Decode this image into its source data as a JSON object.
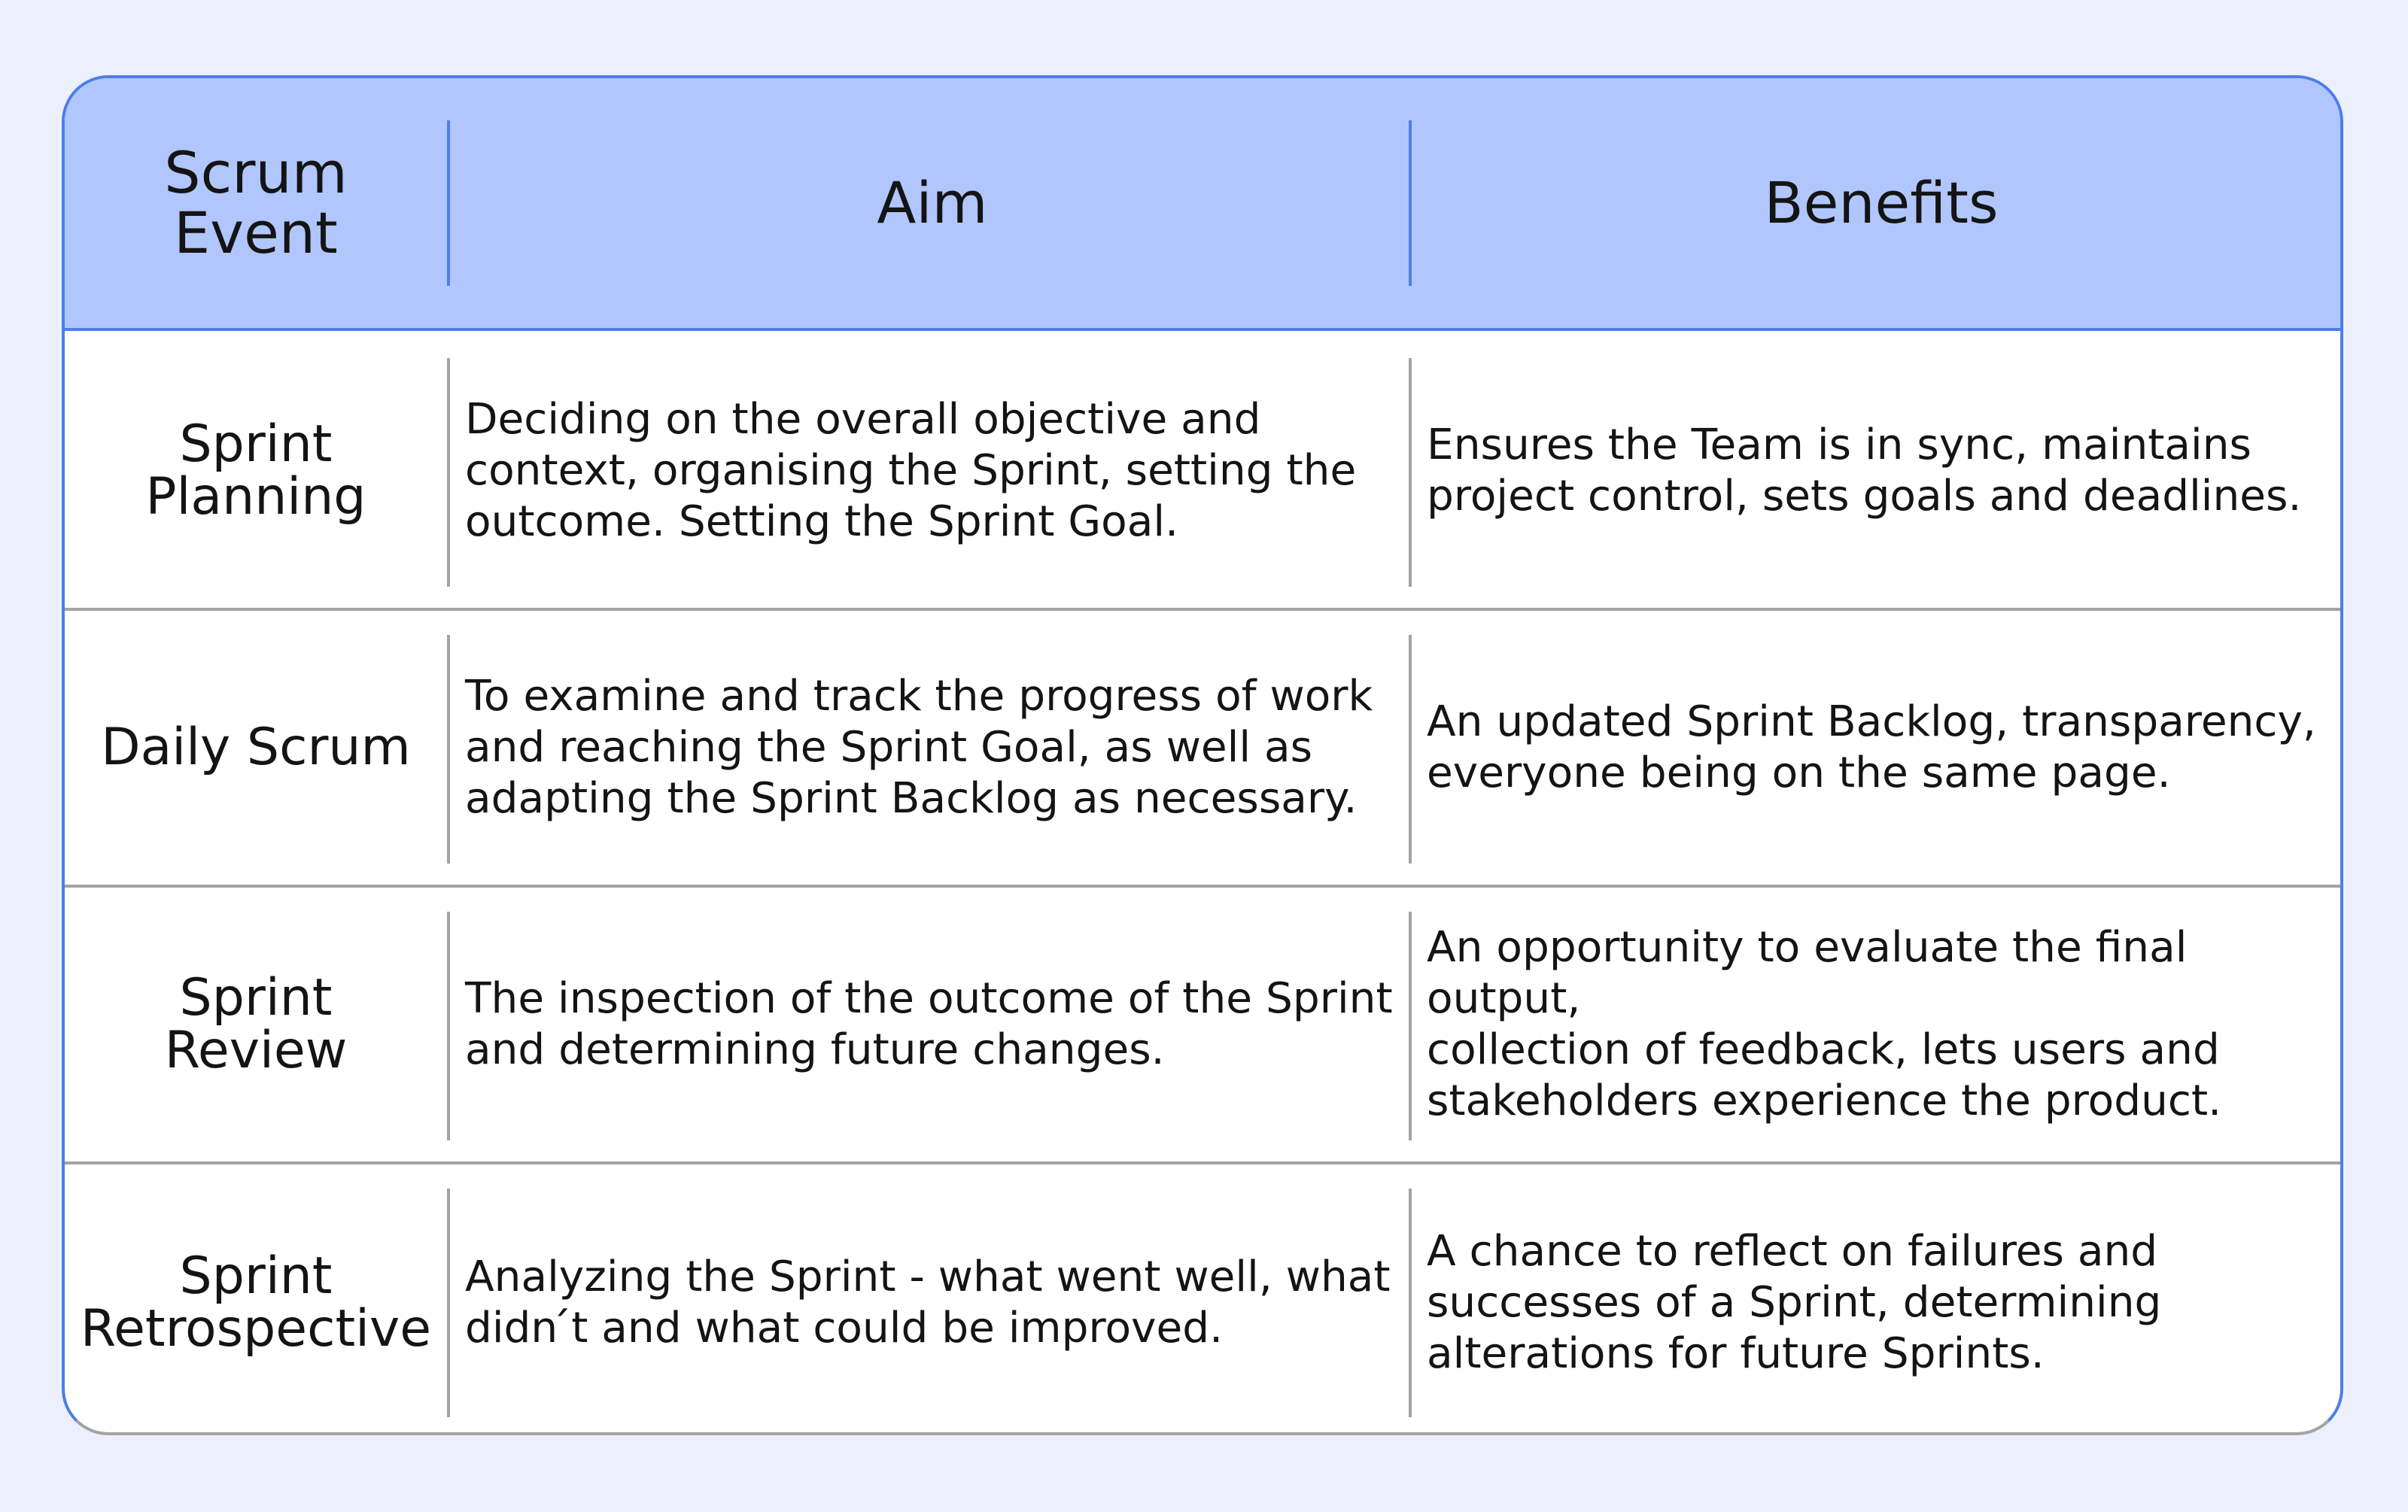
{
  "table": {
    "headers": {
      "event": "Scrum\nEvent",
      "aim": "Aim",
      "benefits": "Benefits"
    },
    "rows": [
      {
        "event": "Sprint\nPlanning",
        "aim": "Deciding on the overall objective and\ncontext,  organising the Sprint, setting the\noutcome. Setting the Sprint Goal.",
        "benefits": "Ensures the Team is in sync, maintains\nproject control, sets goals and deadlines."
      },
      {
        "event": "Daily Scrum",
        "aim": "To examine and track the progress of work\nand reaching the Sprint Goal, as well as\nadapting the Sprint Backlog as necessary.",
        "benefits": "An updated Sprint Backlog, transparency,\neveryone being on the same page."
      },
      {
        "event": "Sprint\nReview",
        "aim": "The inspection of the outcome of the Sprint\nand determining future changes.",
        "benefits": "An opportunity to evaluate the final output,\ncollection of feedback, lets users and\nstakeholders experience the product."
      },
      {
        "event": "Sprint\nRetrospective",
        "aim": "Analyzing the Sprint - what went well, what\ndidn ́t and what could be improved.",
        "benefits": "A chance to reflect on failures and\nsuccesses of a Sprint, determining\nalterations for future Sprints."
      }
    ]
  },
  "colors": {
    "background": "#ecf0fd",
    "header_fill": "#b0c6fd",
    "header_border": "#4d7ee8",
    "row_border": "#a3a3a3",
    "text": "#141414"
  }
}
